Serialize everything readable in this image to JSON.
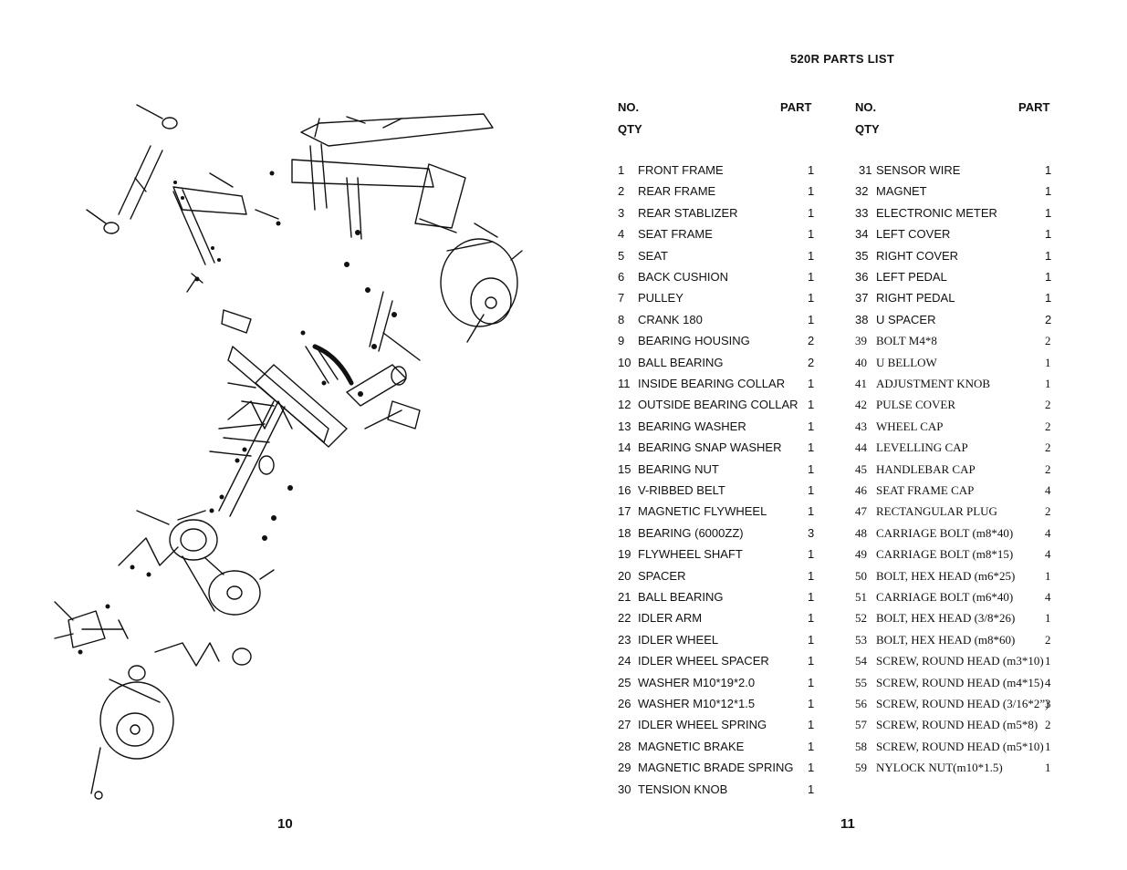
{
  "title": "520R PARTS LIST",
  "page_numbers": {
    "left": "10",
    "right": "11"
  },
  "headers": {
    "left": {
      "no": "NO.",
      "part": "PART",
      "qty": "QTY"
    },
    "right": {
      "no": "NO.",
      "part": "PART",
      "qty": "QTY"
    }
  },
  "parts": [
    {
      "no": "1",
      "name": "FRONT FRAME",
      "qty": "1"
    },
    {
      "no": "2",
      "name": "REAR FRAME",
      "qty": "1"
    },
    {
      "no": "3",
      "name": "REAR STABLIZER",
      "qty": "1"
    },
    {
      "no": "4",
      "name": "SEAT FRAME",
      "qty": "1"
    },
    {
      "no": "5",
      "name": "SEAT",
      "qty": "1"
    },
    {
      "no": "6",
      "name": "BACK CUSHION",
      "qty": "1"
    },
    {
      "no": "7",
      "name": "PULLEY",
      "qty": "1"
    },
    {
      "no": "8",
      "name": "CRANK 180",
      "qty": "1"
    },
    {
      "no": "9",
      "name": "BEARING HOUSING",
      "qty": "2"
    },
    {
      "no": "10",
      "name": "BALL BEARING",
      "qty": "2"
    },
    {
      "no": "11",
      "name": "INSIDE BEARING COLLAR",
      "qty": "1"
    },
    {
      "no": "12",
      "name": "OUTSIDE BEARING COLLAR",
      "qty": "1"
    },
    {
      "no": "13",
      "name": "BEARING WASHER",
      "qty": "1"
    },
    {
      "no": "14",
      "name": "BEARING SNAP WASHER",
      "qty": "1"
    },
    {
      "no": "15",
      "name": "BEARING NUT",
      "qty": "1"
    },
    {
      "no": "16",
      "name": "V-RIBBED BELT",
      "qty": "1"
    },
    {
      "no": "17",
      "name": "MAGNETIC FLYWHEEL",
      "qty": "1"
    },
    {
      "no": "18",
      "name": "BEARING (6000ZZ)",
      "qty": "3"
    },
    {
      "no": "19",
      "name": "FLYWHEEL SHAFT",
      "qty": "1"
    },
    {
      "no": "20",
      "name": "SPACER",
      "qty": "1"
    },
    {
      "no": "21",
      "name": "BALL BEARING",
      "qty": "1"
    },
    {
      "no": "22",
      "name": "IDLER ARM",
      "qty": "1"
    },
    {
      "no": "23",
      "name": "IDLER WHEEL",
      "qty": "1"
    },
    {
      "no": "24",
      "name": "IDLER WHEEL SPACER",
      "qty": "1"
    },
    {
      "no": "25",
      "name": "WASHER M10*19*2.0",
      "qty": "1"
    },
    {
      "no": "26",
      "name": "WASHER M10*12*1.5",
      "qty": "1"
    },
    {
      "no": "27",
      "name": "IDLER WHEEL SPRING",
      "qty": "1"
    },
    {
      "no": "28",
      "name": "MAGNETIC BRAKE",
      "qty": "1"
    },
    {
      "no": "29",
      "name": "MAGNETIC BRADE SPRING",
      "qty": "1"
    },
    {
      "no": "30",
      "name": "TENSION KNOB",
      "qty": "1"
    },
    {
      "no": "31",
      "name": "SENSOR WIRE",
      "qty": "1"
    },
    {
      "no": "32",
      "name": "MAGNET",
      "qty": "1"
    },
    {
      "no": "33",
      "name": "ELECTRONIC METER",
      "qty": "1"
    },
    {
      "no": "34",
      "name": "LEFT COVER",
      "qty": "1"
    },
    {
      "no": "35",
      "name": "RIGHT COVER",
      "qty": "1"
    },
    {
      "no": "36",
      "name": "LEFT PEDAL",
      "qty": "1"
    },
    {
      "no": "37",
      "name": "RIGHT PEDAL",
      "qty": "1"
    },
    {
      "no": "38",
      "name": "U SPACER",
      "qty": "2"
    },
    {
      "no": "39",
      "name": "BOLT M4*8",
      "qty": "2"
    },
    {
      "no": "40",
      "name": "U BELLOW",
      "qty": "1"
    },
    {
      "no": "41",
      "name": "ADJUSTMENT KNOB",
      "qty": "1"
    },
    {
      "no": "42",
      "name": "PULSE COVER",
      "qty": "2"
    },
    {
      "no": "43",
      "name": "WHEEL CAP",
      "qty": "2"
    },
    {
      "no": "44",
      "name": "LEVELLING CAP",
      "qty": "2"
    },
    {
      "no": "45",
      "name": "HANDLEBAR CAP",
      "qty": "2"
    },
    {
      "no": "46",
      "name": "SEAT FRAME CAP",
      "qty": "4"
    },
    {
      "no": "47",
      "name": "RECTANGULAR PLUG",
      "qty": "2"
    },
    {
      "no": "48",
      "name": "CARRIAGE BOLT (m8*40)",
      "qty": "4"
    },
    {
      "no": "49",
      "name": "CARRIAGE BOLT (m8*15)",
      "qty": "4"
    },
    {
      "no": "50",
      "name": "BOLT, HEX HEAD (m6*25)",
      "qty": "1"
    },
    {
      "no": "51",
      "name": "CARRIAGE BOLT (m6*40)",
      "qty": "4"
    },
    {
      "no": "52",
      "name": "BOLT, HEX HEAD (3/8*26)",
      "qty": "1"
    },
    {
      "no": "53",
      "name": "BOLT, HEX HEAD (m8*60)",
      "qty": "2"
    },
    {
      "no": "54",
      "name": "SCREW, ROUND HEAD (m3*10)",
      "qty": "1"
    },
    {
      "no": "55",
      "name": "SCREW, ROUND HEAD (m4*15)",
      "qty": "4"
    },
    {
      "no": "56",
      "name": "SCREW, ROUND HEAD (3/16*2”)",
      "qty": "3"
    },
    {
      "no": "57",
      "name": "SCREW, ROUND HEAD (m5*8)",
      "qty": "2"
    },
    {
      "no": "58",
      "name": "SCREW, ROUND HEAD (m5*10)",
      "qty": "1"
    },
    {
      "no": "59",
      "name": "NYLOCK NUT(m10*1.5)",
      "qty": "1"
    }
  ]
}
